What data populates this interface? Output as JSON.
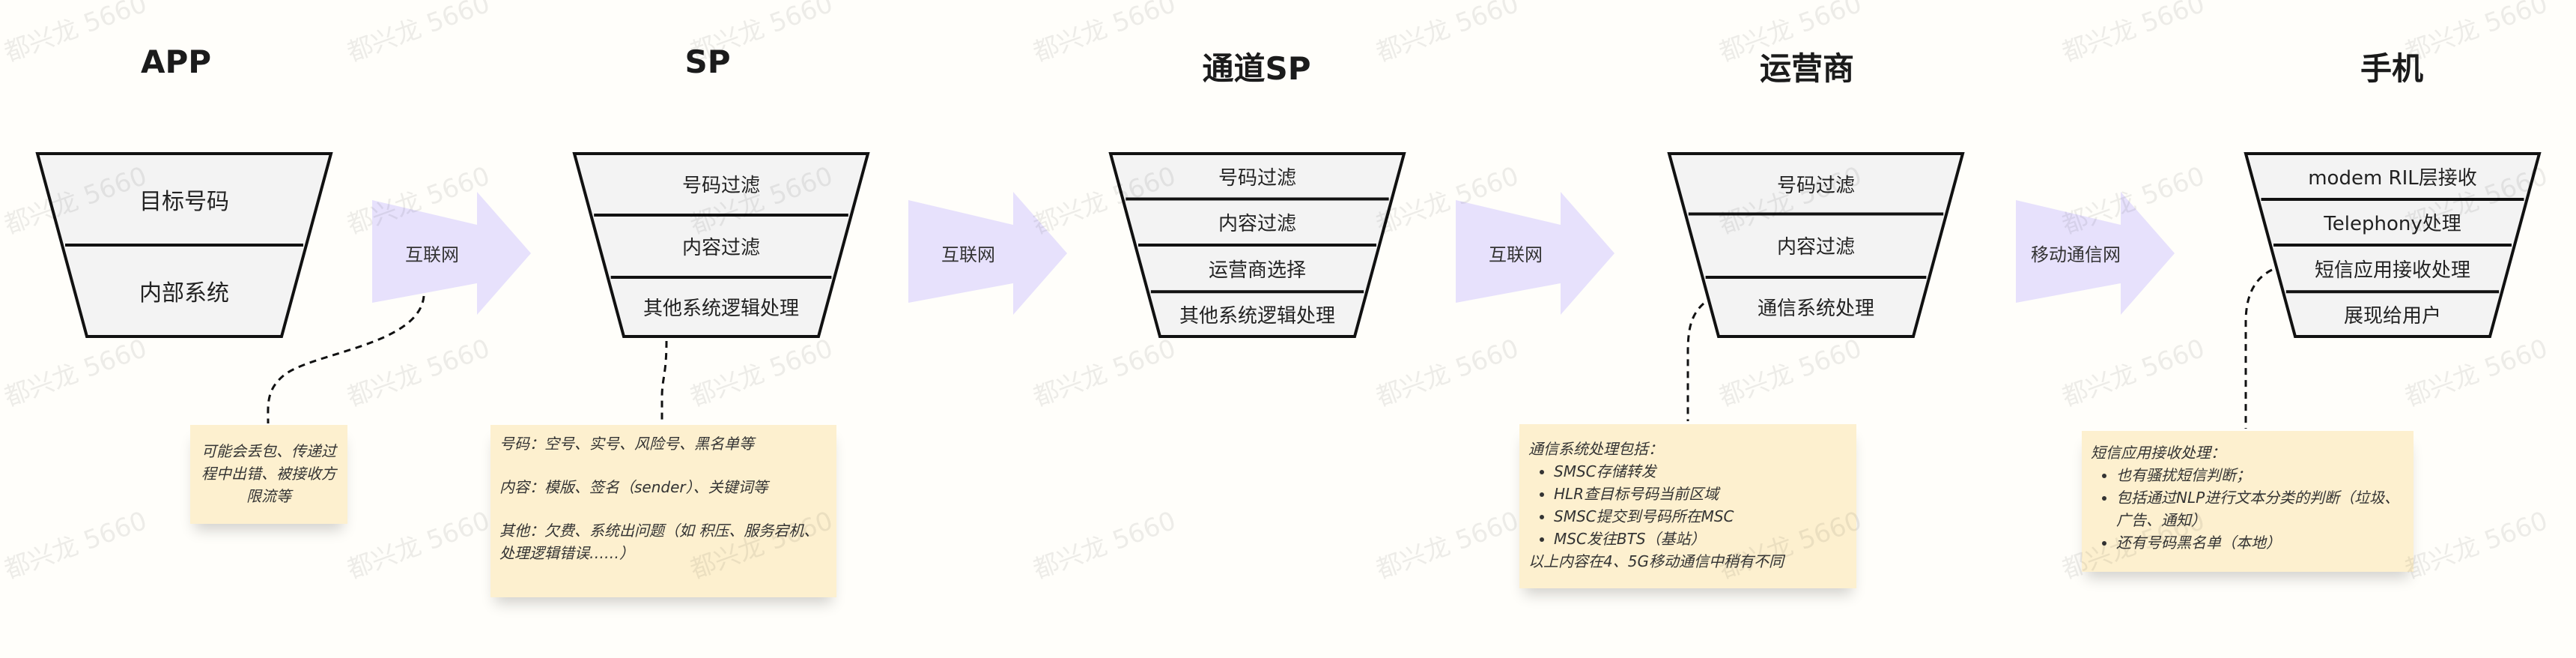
{
  "watermark": "都兴龙 5660",
  "colors": {
    "arrow": "#e7e1fc",
    "note": "#fdf0cf",
    "funnel": "#f3f3f3"
  },
  "stages": [
    {
      "title": "APP",
      "rows": [
        "目标号码",
        "内部系统"
      ]
    },
    {
      "title": "SP",
      "rows": [
        "号码过滤",
        "内容过滤",
        "其他系统逻辑处理"
      ]
    },
    {
      "title": "通道SP",
      "rows": [
        "号码过滤",
        "内容过滤",
        "运营商选择",
        "其他系统逻辑处理"
      ]
    },
    {
      "title": "运营商",
      "rows": [
        "号码过滤",
        "内容过滤",
        "通信系统处理"
      ]
    },
    {
      "title": "手机",
      "rows": [
        "modem RIL层接收",
        "Telephony处理",
        "短信应用接收处理",
        "展现给用户"
      ]
    }
  ],
  "arrows": [
    "互联网",
    "互联网",
    "互联网",
    "移动通信网"
  ],
  "notes": {
    "app": "可能会丢包、传递过程中出错、被接收方限流等",
    "sp": [
      "号码：空号、实号、风险号、黑名单等",
      "内容：模版、签名（sender）、关键词等",
      "其他：欠费、系统出问题（如 积压、服务宕机、处理逻辑错误……）"
    ],
    "operator": {
      "heading": "通信系统处理包括：",
      "items": [
        "SMSC存储转发",
        "HLR查目标号码当前区域",
        "SMSC提交到号码所在MSC",
        "MSC发往BTS（基站）"
      ],
      "footer": "以上内容在4、5G移动通信中稍有不同"
    },
    "phone": {
      "heading": "短信应用接收处理：",
      "items": [
        "也有骚扰短信判断；",
        "包括通过NLP进行文本分类的判断（垃圾、广告、通知）",
        "还有号码黑名单（本地）"
      ]
    }
  }
}
